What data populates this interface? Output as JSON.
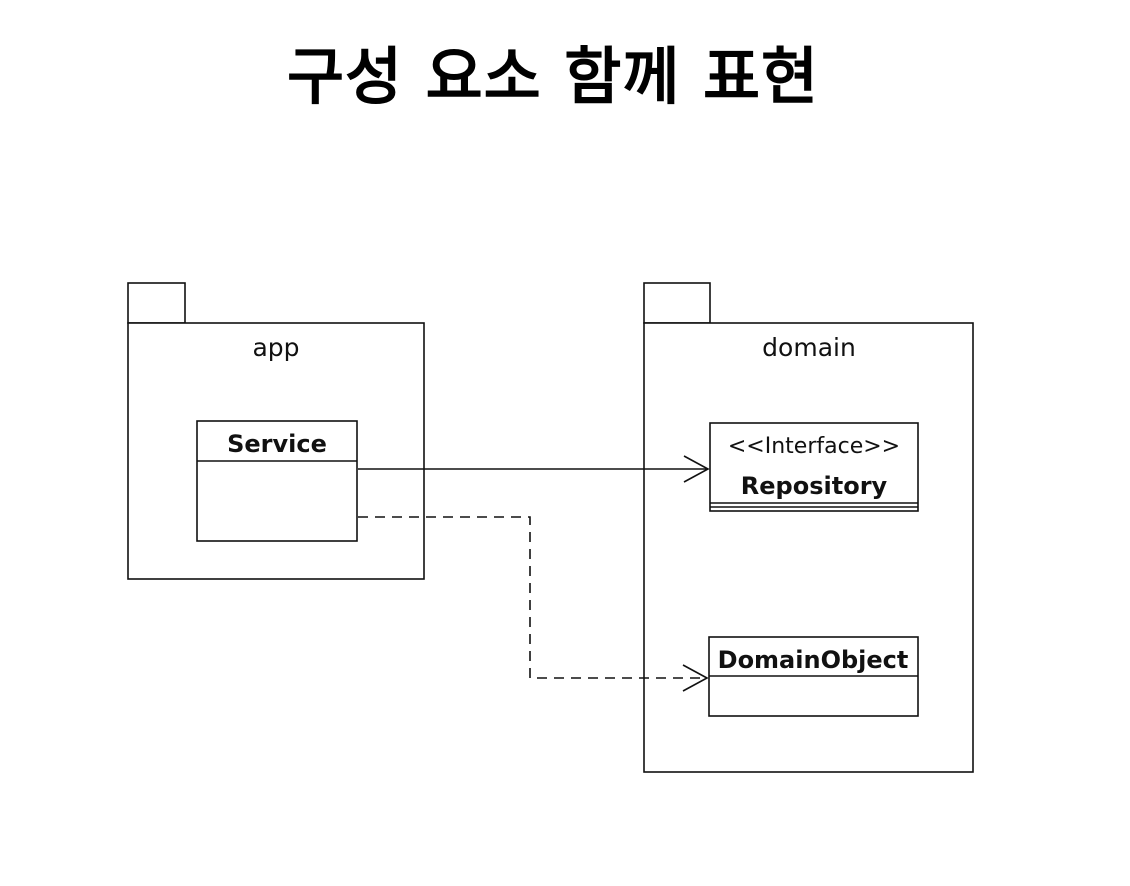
{
  "title": "구성 요소 함께 표현",
  "packages": {
    "app": {
      "name": "app"
    },
    "domain": {
      "name": "domain"
    }
  },
  "classes": {
    "service": {
      "name": "Service"
    },
    "repository": {
      "stereotype": "<<Interface>>",
      "name": "Repository"
    },
    "domain_object": {
      "name": "DomainObject"
    }
  },
  "relations": [
    {
      "from": "Service",
      "to": "Repository",
      "style": "solid"
    },
    {
      "from": "Service",
      "to": "DomainObject",
      "style": "dashed"
    }
  ]
}
